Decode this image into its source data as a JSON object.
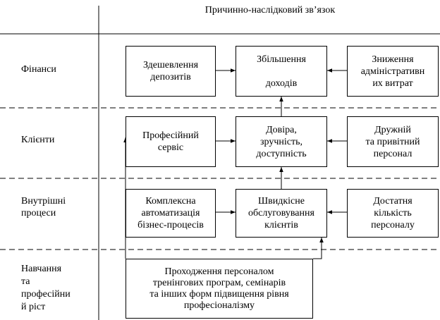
{
  "header": {
    "title": "Причинно-наслідковий зв’язок"
  },
  "perspectives": [
    {
      "id": "finance",
      "label": "Фінанси"
    },
    {
      "id": "clients",
      "label": "Клієнти"
    },
    {
      "id": "internal",
      "label": "Внутрішні\nпроцеси"
    },
    {
      "id": "learning",
      "label": "Навчання\nта\nпрофесійни\nй ріст"
    }
  ],
  "boxes": {
    "deposit_cost": "Здешевлення\nдепозитів",
    "income_growth": "Збільшення\n\nдоходів",
    "admin_costs": "Зниження\nадміністративн\nих витрат",
    "prof_service": "Професійний\nсервіс",
    "trust": "Довіра,\nзручність,\nдоступність",
    "friendly_staff": "Дружній\nта привітний\nперсонал",
    "automation": "Комплексна\nавтоматизація\nбізнес-процесів",
    "fast_service": "Швидкісне\nобслуговування\nклієнтів",
    "enough_staff": "Достатня\nкількість\nперсоналу",
    "training": "Проходження персоналом\nтренінгових програм, семінарів\nта інших форм підвищення рівня\nпрофесіоналізму"
  }
}
